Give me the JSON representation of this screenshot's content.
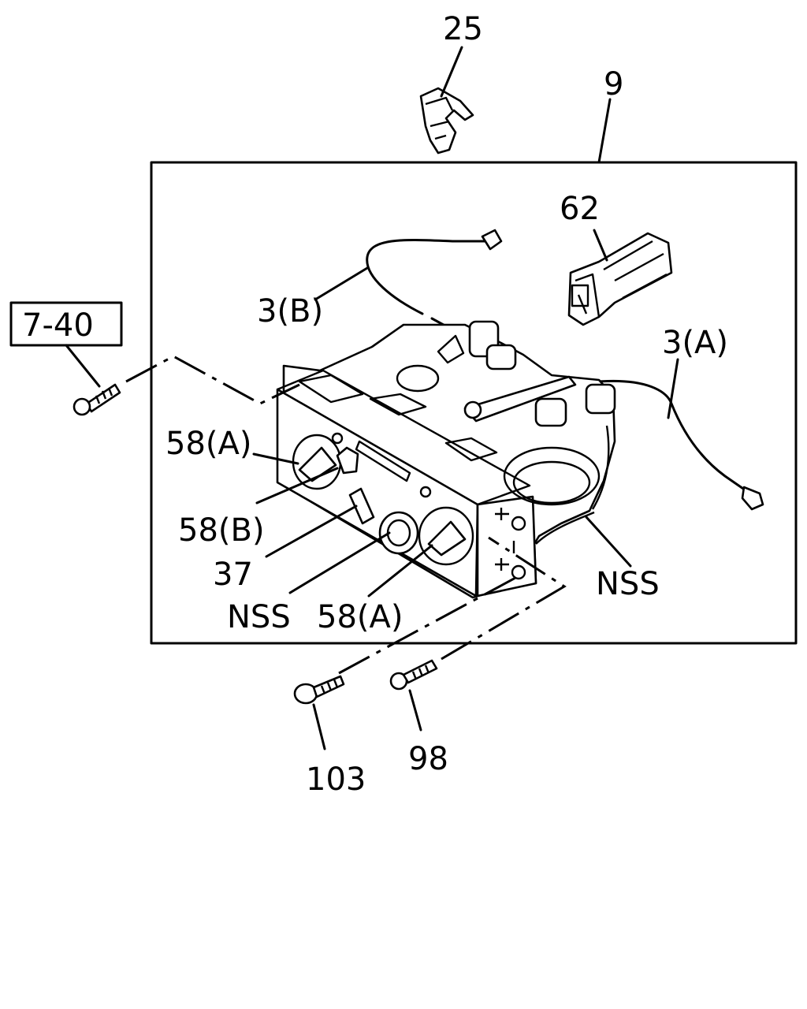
{
  "diagram": {
    "callouts": {
      "c25": "25",
      "c9": "9",
      "c62": "62",
      "c3b": "3(B)",
      "c3a": "3(A)",
      "c740": "7-40",
      "c58a_top": "58(A)",
      "c58b": "58(B)",
      "c37": "37",
      "c_nss_left": "NSS",
      "c58a_bottom": "58(A)",
      "c_nss_right": "NSS",
      "c103": "103",
      "c98": "98"
    }
  }
}
